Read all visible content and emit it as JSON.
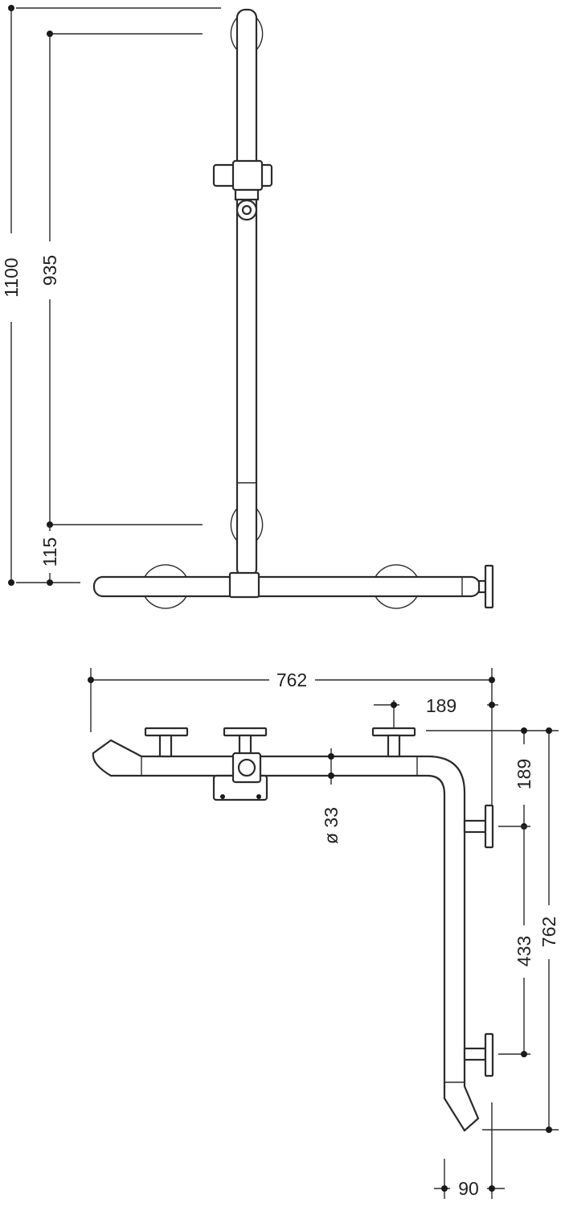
{
  "colors": {
    "line": "#2b2b2b",
    "text": "#222222",
    "background": "#ffffff"
  },
  "front_view": {
    "dim_total_height": "1100",
    "dim_wall_mount_spacing": "935",
    "dim_bottom_offset": "115"
  },
  "plan_view": {
    "dim_overall_width": "762",
    "dim_top_offset": "189",
    "dim_side_offset": "189",
    "dim_tube_diameter": "ø 33",
    "dim_side_mount_spacing": "433",
    "dim_overall_depth": "762",
    "dim_wall_distance": "90"
  }
}
